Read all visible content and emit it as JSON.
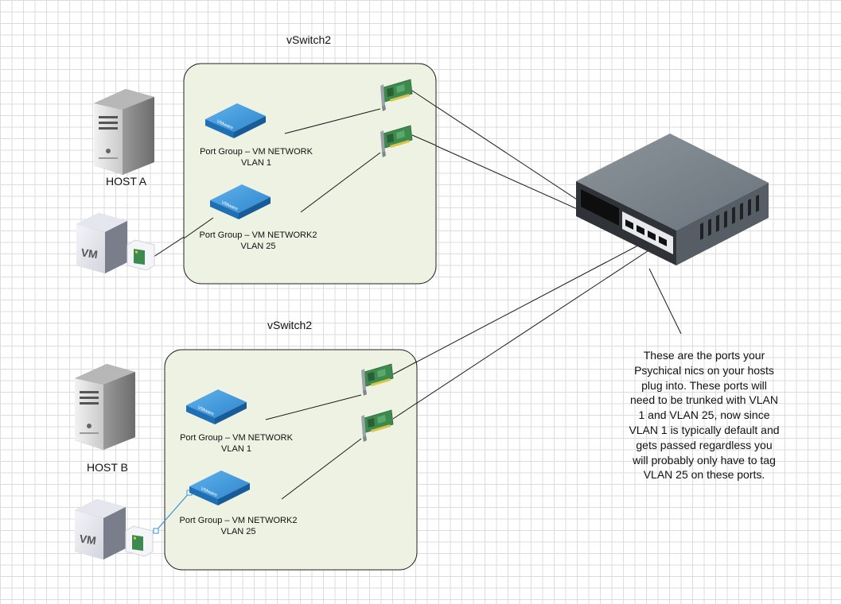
{
  "vswitches": [
    {
      "title": "vSwitch2",
      "host_label": "HOST A",
      "port_groups": [
        {
          "name": "Port Group – VM NETWORK",
          "vlan": "VLAN 1"
        },
        {
          "name": "Port Group – VM NETWORK2",
          "vlan": "VLAN 25"
        }
      ]
    },
    {
      "title": "vSwitch2",
      "host_label": "HOST B",
      "port_groups": [
        {
          "name": "Port Group – VM NETWORK",
          "vlan": "VLAN 1"
        },
        {
          "name": "Port Group – VM NETWORK2",
          "vlan": "VLAN 25"
        }
      ]
    }
  ],
  "vm_icon_text": "VM",
  "vmware_logo_text": "VMware",
  "note": "These are the ports your Psychical nics on your hosts plug into.  These ports will need to be trunked with VLAN 1 and VLAN 25, now since VLAN 1 is typically default and gets passed regardless you will probably only have to tag VLAN 25 on these ports.",
  "colors": {
    "vswitch_fill": "#eef2e2",
    "portgroup_blue": "#3c94d6",
    "nic_green": "#3e8a4e",
    "switch_gray": "#6e7780"
  }
}
